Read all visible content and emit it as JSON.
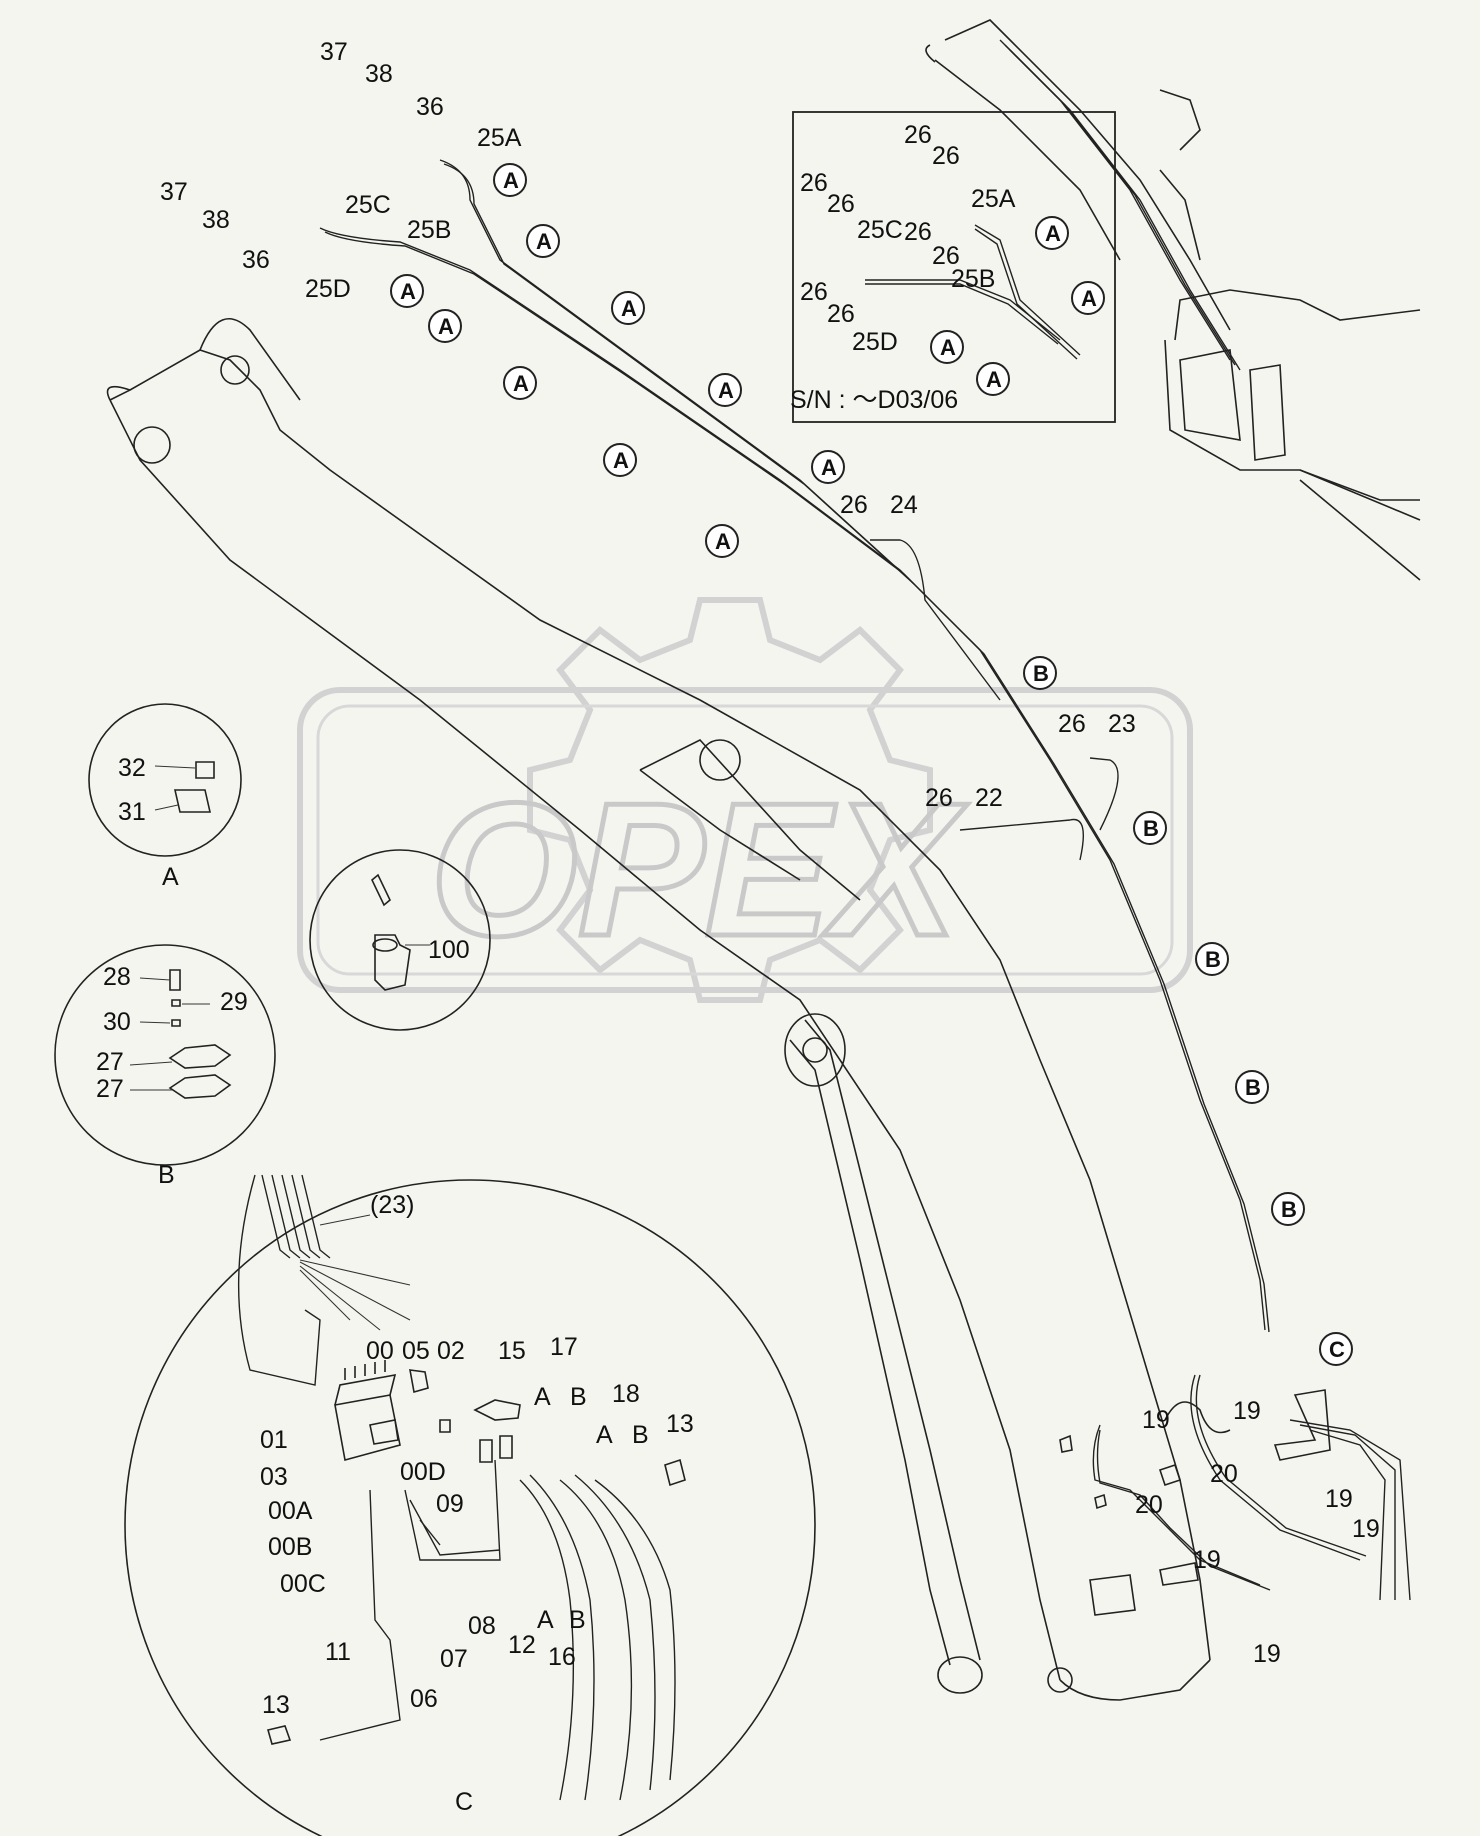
{
  "watermark": "OPEX",
  "inset_serial": "S/N : ～D03/06",
  "section_names": {
    "a": "A",
    "b": "B",
    "c": "C"
  },
  "callouts": {
    "a": "A",
    "b": "B",
    "c": "C"
  },
  "labels": {
    "p37a": "37",
    "p38a": "38",
    "p36a": "36",
    "p37b": "37",
    "p38b": "38",
    "p36b": "36",
    "p25a": "25A",
    "p25b": "25B",
    "p25c": "25C",
    "p25d": "25D",
    "i26a": "26",
    "i26b": "26",
    "i26c": "26",
    "i26d": "26",
    "i26e": "26",
    "i26f": "26",
    "i26g": "26",
    "i25a": "25A",
    "i25b": "25B",
    "i25c": "25C",
    "i25d": "25D",
    "p26a": "26",
    "p24": "24",
    "p26b": "26",
    "p23": "23",
    "p26c": "26",
    "p22": "22",
    "p32": "32",
    "p31": "31",
    "p28": "28",
    "p29": "29",
    "p30": "30",
    "p27a": "27",
    "p27b": "27",
    "p100": "100",
    "p23b": "(23)",
    "p00": "00",
    "p05": "05",
    "p02": "02",
    "p15": "15",
    "p17": "17",
    "p18": "18",
    "p17a": "A",
    "p17b": "B",
    "p18a": "A",
    "p18b": "B",
    "p13a": "13",
    "p01": "01",
    "p03": "03",
    "p00d": "00D",
    "p00a": "00A",
    "p00b": "00B",
    "p00c": "00C",
    "p09": "09",
    "p08": "08",
    "p07": "07",
    "p06": "06",
    "p12": "12",
    "p11": "11",
    "p13b": "13",
    "p16a": "A",
    "p16b": "B",
    "p16": "16",
    "p19a": "19",
    "p19b": "19",
    "p19c": "19",
    "p19d": "19",
    "p19e": "19",
    "p19f": "19",
    "p20a": "20",
    "p20b": "20"
  }
}
